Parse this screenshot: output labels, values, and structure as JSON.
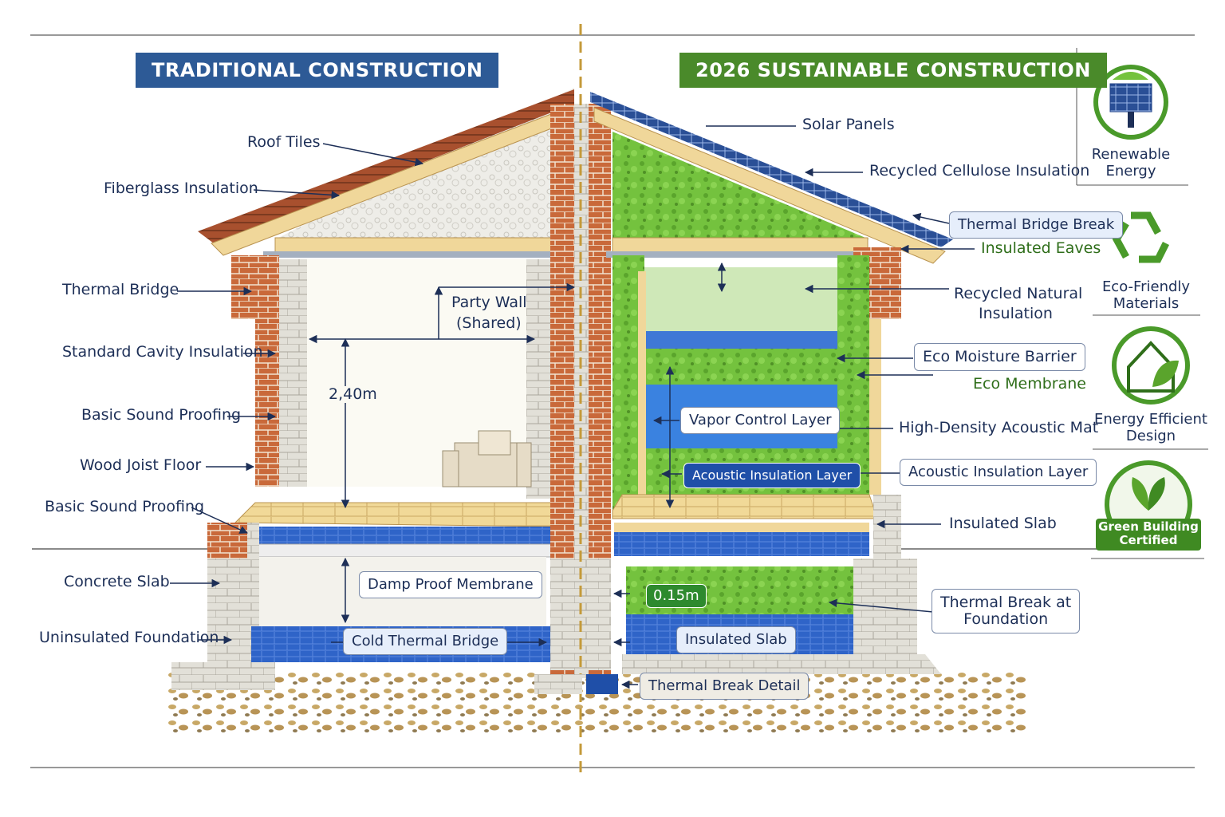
{
  "headers": {
    "left": "TRADITIONAL CONSTRUCTION",
    "right": "2026 SUSTAINABLE CONSTRUCTION"
  },
  "colors": {
    "traditional_header": "#2d5a96",
    "sustainable_header": "#4a8a2a",
    "insulation_green": "#6fbf3a",
    "membrane_blue": "#2f6fd0",
    "brick": "#c86a3a",
    "timber": "#f0d79a"
  },
  "left_labels": {
    "roof_tiles": "Roof Tiles",
    "fiberglass": "Fiberglass Insulation",
    "thermal_bridge": "Thermal Bridge",
    "cavity": "Standard Cavity Insulation",
    "sound1": "Basic Sound Proofing",
    "joist": "Wood Joist Floor",
    "sound2": "Basic Sound Proofing",
    "slab": "Concrete Slab",
    "foundation": "Uninsulated Foundation"
  },
  "center_labels": {
    "party_wall_1": "Party Wall",
    "party_wall_2": "(Shared)",
    "height": "2,40m",
    "damp": "Damp Proof Membrane",
    "cold_bridge": "Cold Thermal Bridge",
    "vapor": "Vapor Control Layer",
    "acoustic_inner": "Acoustic Insulation Layer",
    "depth": "0.15m",
    "insulated_slab_inner": "Insulated Slab",
    "thermal_break_detail": "Thermal Break Detail"
  },
  "right_labels": {
    "solar": "Solar Panels",
    "cellulose": "Recycled Cellulose Insulation",
    "thermal_bridge_break": "Thermal Bridge Break",
    "eaves": "Insulated Eaves",
    "natural_1": "Recycled Natural",
    "natural_2": "Insulation",
    "moisture": "Eco Moisture Barrier",
    "membrane": "Eco Membrane",
    "acoustic_mat": "High-Density Acoustic Mat",
    "acoustic_layer": "Acoustic Insulation Layer",
    "insulated_slab": "Insulated Slab",
    "thermal_foundation_1": "Thermal Break at",
    "thermal_foundation_2": "Foundation"
  },
  "badges": [
    {
      "icon": "solar-panel-icon",
      "line1": "Renewable",
      "line2": "Energy"
    },
    {
      "icon": "recycle-icon",
      "line1": "Eco-Friendly",
      "line2": "Materials"
    },
    {
      "icon": "eco-house-icon",
      "line1": "Energy Efficient",
      "line2": "Design"
    },
    {
      "icon": "leaf-seal-icon",
      "line1": "Green Building",
      "line2": "Certified"
    }
  ]
}
